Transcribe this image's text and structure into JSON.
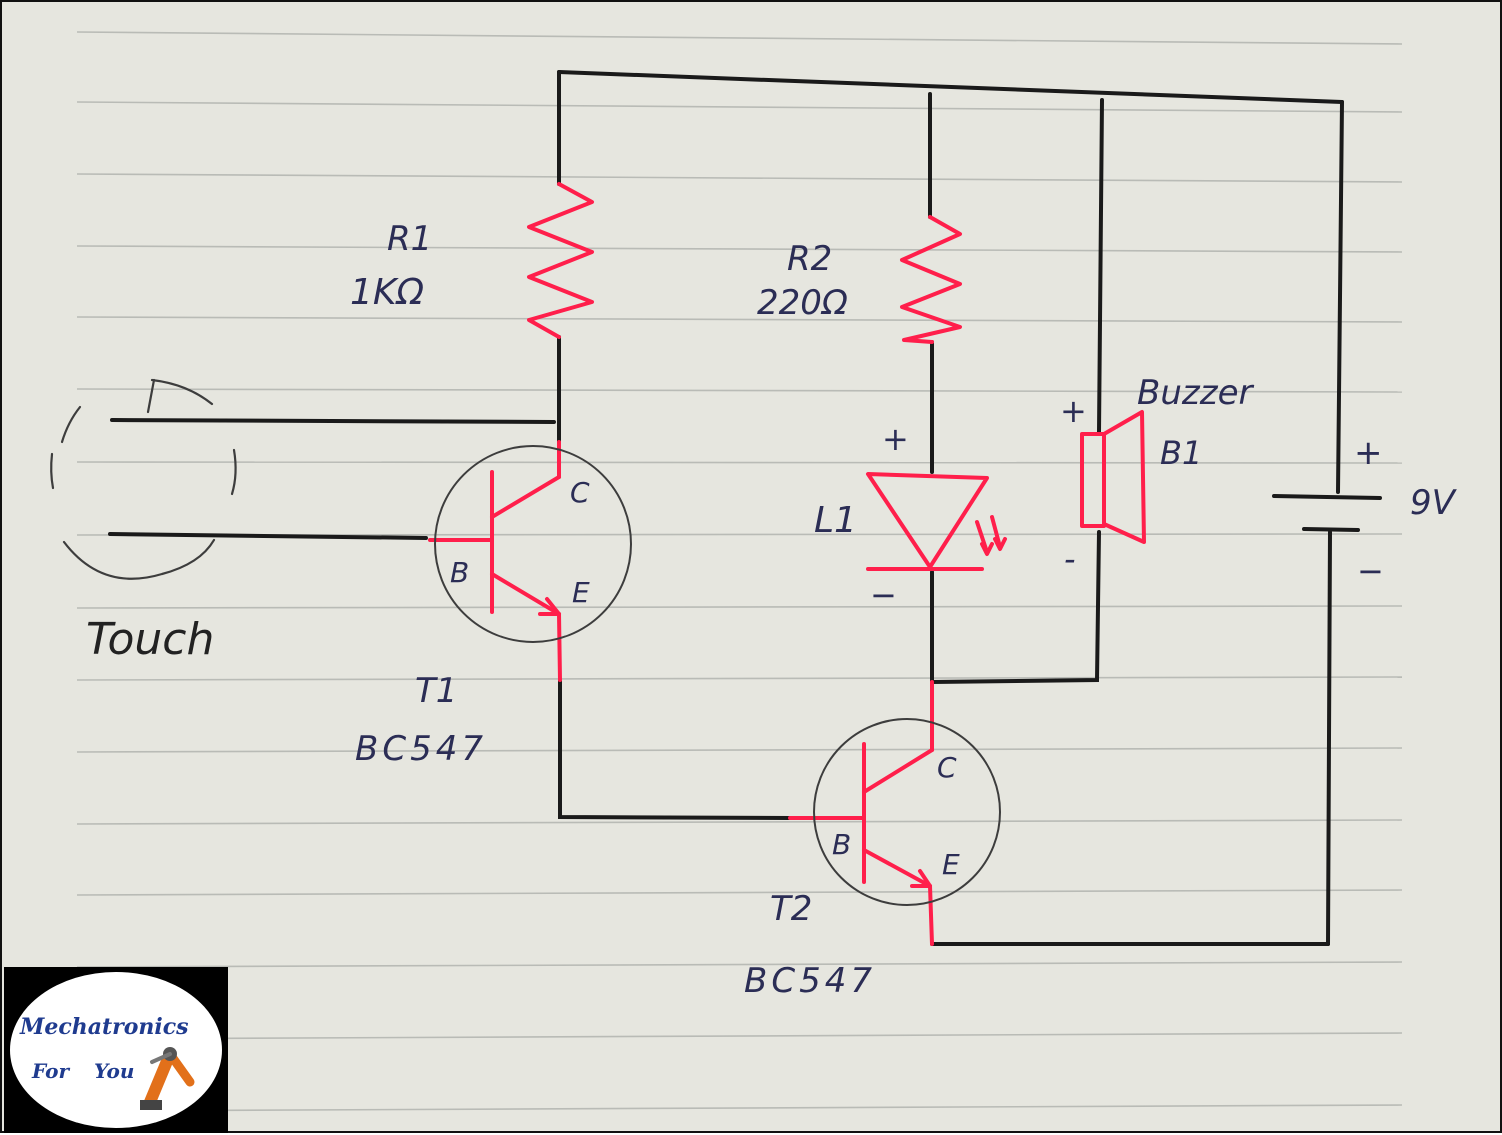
{
  "diagram": {
    "components": {
      "r1": {
        "name": "R1",
        "value": "1KΩ"
      },
      "r2": {
        "name": "R2",
        "value": "220Ω"
      },
      "led": {
        "name": "L1",
        "plus": "+",
        "minus": "−"
      },
      "buzzer": {
        "title": "Buzzer",
        "name": "B1",
        "plus": "+",
        "minus": "-"
      },
      "battery": {
        "value": "9V",
        "plus": "+",
        "minus": "−"
      },
      "t1": {
        "name": "T1",
        "part": "BC547",
        "pin_b": "B",
        "pin_c": "C",
        "pin_e": "E"
      },
      "t2": {
        "name": "T2",
        "part": "BC547",
        "pin_b": "B",
        "pin_c": "C",
        "pin_e": "E"
      },
      "touch": {
        "label": "Touch"
      }
    }
  },
  "logo": {
    "line1": "Mechatronics",
    "line2a": "For",
    "line2b": "You"
  },
  "colors": {
    "paper": "#e6e6df",
    "wire_black": "#1a1a1a",
    "wire_red": "#ff1f4b",
    "ink": "#2b2d55"
  }
}
